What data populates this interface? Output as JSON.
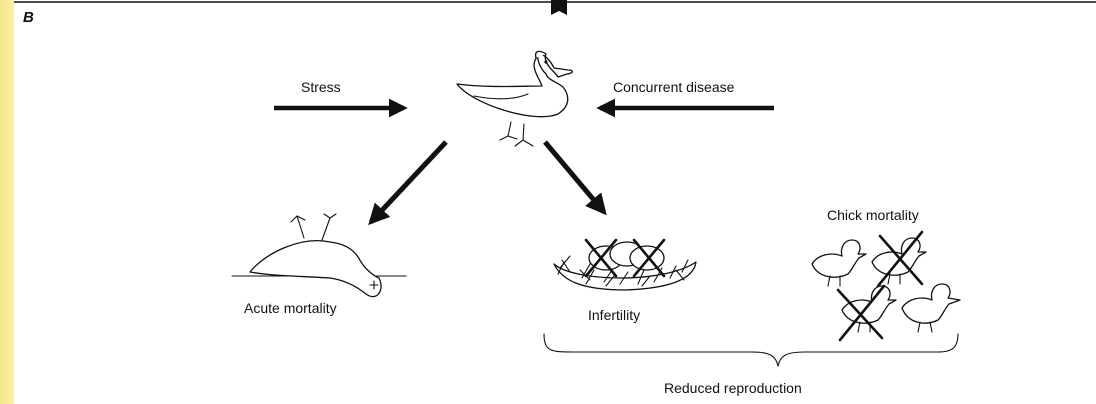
{
  "figure": {
    "panel_letter": "B",
    "inputs": {
      "stress": "Stress",
      "concurrent_disease": "Concurrent disease"
    },
    "outcomes": {
      "acute_mortality": "Acute mortality",
      "infertility": "Infertility",
      "chick_mortality": "Chick mortality",
      "reduced_reproduction": "Reduced reproduction"
    }
  },
  "colors": {
    "ink": "#111111",
    "panel": "#ffffff",
    "slide_background": "#fdf6c8"
  }
}
